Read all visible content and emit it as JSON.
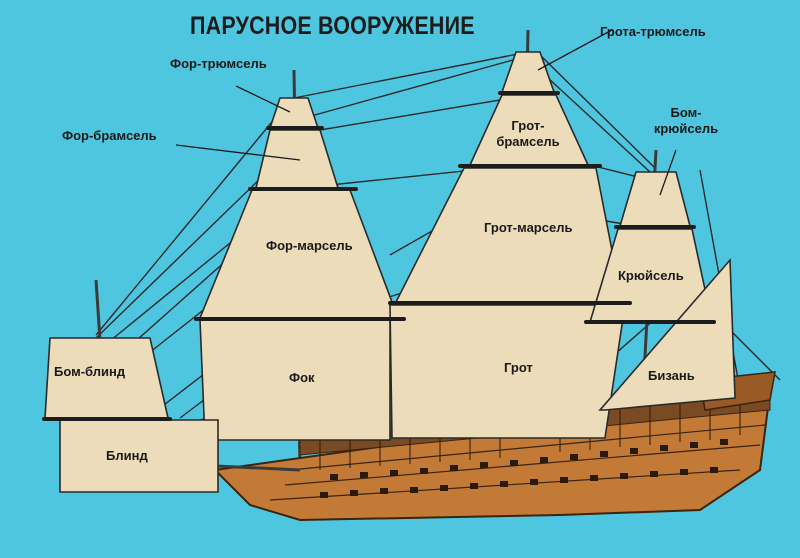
{
  "title": "ПАРУСНОЕ ВООРУЖЕНИЕ",
  "labels": {
    "fore_royal": "Фор-трюмсель",
    "main_royal": "Грота-трюмсель",
    "fore_topgallant": "Фор-брамсель",
    "main_topgallant_1": "Грот-",
    "main_topgallant_2": "брамсель",
    "mizzen_topsail_1": "Бом-",
    "mizzen_topsail_2": "крюйсель",
    "fore_topsail": "Фор-марсель",
    "main_topsail": "Грот-марсель",
    "mizzen_crossjack": "Крюйсель",
    "sprit_topsail": "Бом-блинд",
    "foresail": "Фок",
    "mainsail": "Грот",
    "mizzen": "Бизань",
    "spritsail": "Блинд"
  },
  "colors": {
    "sea": "#4fc6e0",
    "sail": "#ecdcba",
    "hull": "#c27a36",
    "rigging": "#2a2a2a"
  }
}
